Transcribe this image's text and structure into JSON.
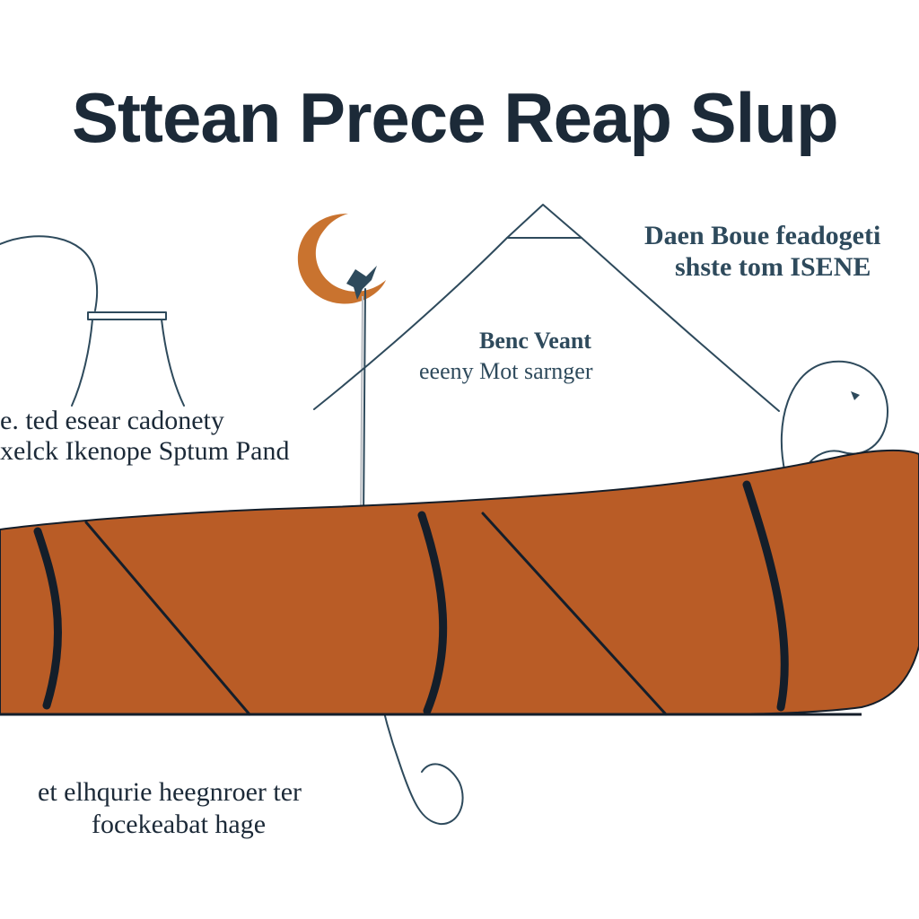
{
  "title": "Sttean Prece Reap Slup",
  "labels": {
    "top_right_line1": "Daen Boue feadogeti",
    "top_right_line2": "shste tom ISENE",
    "center_line1": "Benc Veant",
    "center_line2": "eeeny Mot sarnger",
    "left_line1": "e. ted esear cadonety",
    "left_line2": "xelck Ikenope Sptum Pand",
    "bottom_line1": "et elhqurie heegnroer ter",
    "bottom_line2": "focekeabat hage"
  },
  "colors": {
    "ink": "#1c2a38",
    "line": "#2e4a5c",
    "bag_fill": "#b95c26",
    "bag_band": "#141e2a",
    "moon": "#c9732f"
  },
  "icons": {
    "moon": "crescent-moon-icon",
    "bird": "bird-icon"
  }
}
